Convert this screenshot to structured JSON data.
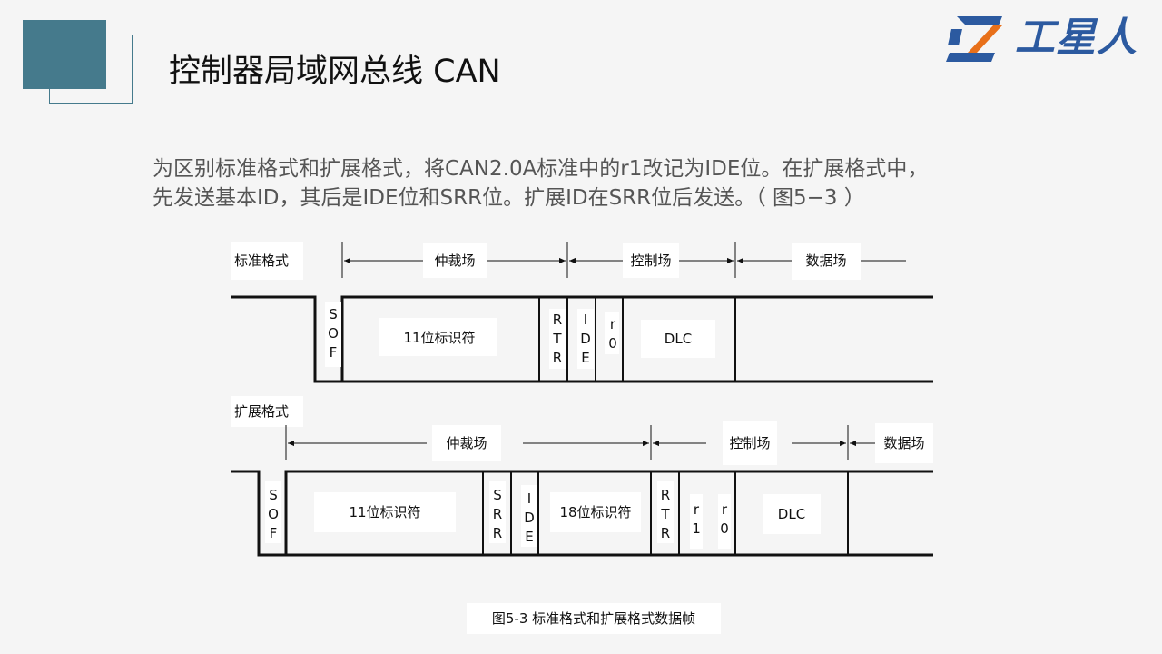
{
  "slide": {
    "title": "控制器局域网总线 CAN",
    "intro_lines": [
      "为区别标准格式和扩展格式，将CAN2.0A标准中的r1改记为IDE位。在扩展格式中，",
      "先发送基本ID，其后是IDE位和SRR位。扩展ID在SRR位后发送。（ 图5−3 ）"
    ],
    "caption": "图5-3 标准格式和扩展格式数据帧"
  },
  "logo": {
    "text": "工星人",
    "color": "#2c5aa0",
    "accent": "#e8701a"
  },
  "colors": {
    "deco": "#457a8c",
    "body_text": "#555555"
  },
  "diagram": {
    "standard": {
      "label": "标准格式",
      "fields": {
        "arbitration": "仲裁场",
        "control": "控制场",
        "data": "数据场"
      },
      "bits": {
        "sof": [
          "S",
          "O",
          "F"
        ],
        "identifier": "11位标识符",
        "rtr": [
          "R",
          "T",
          "R"
        ],
        "ide": [
          "I",
          "D",
          "E"
        ],
        "r0": [
          "r",
          "0"
        ],
        "dlc": "DLC"
      }
    },
    "extended": {
      "label": "扩展格式",
      "fields": {
        "arbitration": "仲裁场",
        "control": "控制场",
        "data": "数据场"
      },
      "bits": {
        "sof": [
          "S",
          "O",
          "F"
        ],
        "identifier": "11位标识符",
        "srr": [
          "S",
          "R",
          "R"
        ],
        "ide": [
          "I",
          "D",
          "E"
        ],
        "ext_identifier": "18位标识符",
        "rtr": [
          "R",
          "T",
          "R"
        ],
        "r1": [
          "r",
          "1"
        ],
        "r0": [
          "r",
          "0"
        ],
        "dlc": "DLC"
      }
    }
  }
}
